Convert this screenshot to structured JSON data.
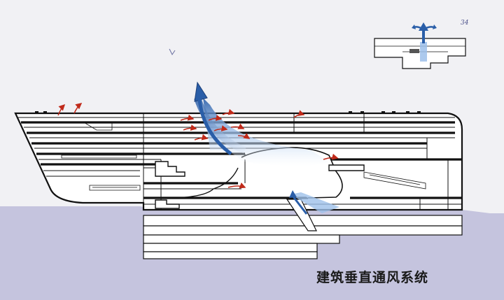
{
  "caption": "建筑垂直通风系统",
  "annotation": "34",
  "colors": {
    "background": "#f1f1f4",
    "ground": "#c5c4de",
    "line": "#111111",
    "airflow": "#2a5ea8",
    "airflow_light": "#a9c6ea",
    "arrows": "#c02a1a"
  },
  "icons": [
    "vertical-airflow-arrow",
    "small-red-flow-arrows",
    "inset-section-diagram"
  ]
}
